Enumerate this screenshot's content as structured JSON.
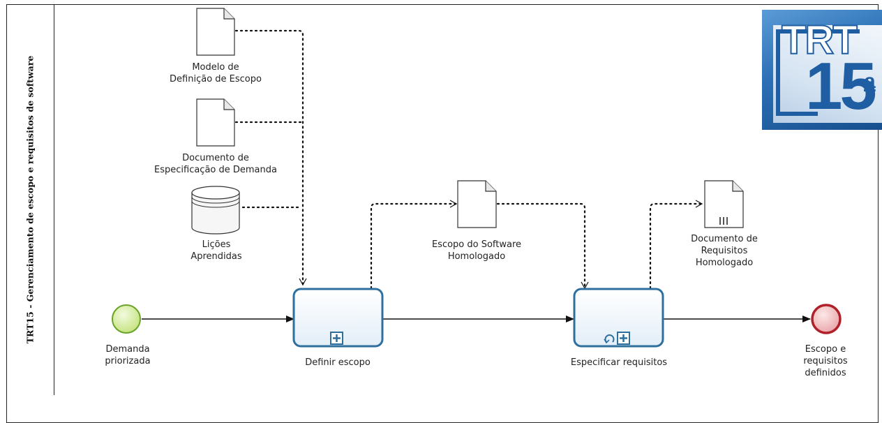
{
  "pool": {
    "lane_title": "TRT15 - Gerenciamento de escopo e requisitos de software"
  },
  "artifacts": {
    "modelo": "Modelo de\nDefinição de Escopo",
    "documento_demanda": "Documento de\nEspecificação de Demanda",
    "licoes": "Lições\nAprendidas",
    "escopo_homologado": "Escopo do Software\nHomologado",
    "requisitos_homologado": "Documento de\nRequisitos\nHomologado"
  },
  "events": {
    "start": "Demanda\npriorizada",
    "end": "Escopo e requisitos\ndefinidos"
  },
  "tasks": {
    "definir": "Definir escopo",
    "especificar": "Especificar requisitos"
  },
  "logo": {
    "line1": "TRT",
    "line2": "15",
    "sup": "a"
  },
  "colors": {
    "task_stroke": "#2e6f9e",
    "start_fill": "#d7f0a0",
    "start_stroke": "#6aa329",
    "end_fill": "#f4c6c6",
    "end_stroke": "#b0202a"
  }
}
